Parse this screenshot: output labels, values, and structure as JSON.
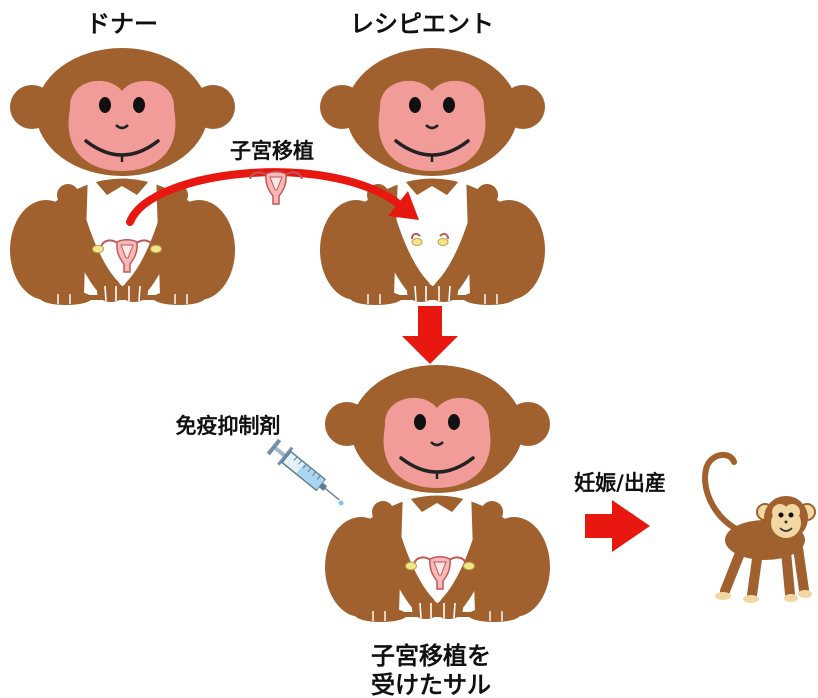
{
  "labels": {
    "donor": "ドナー",
    "recipient": "レシピエント",
    "transplant": "子宮移植",
    "immunosuppressant": "免疫抑制剤",
    "pregnancy_birth": "妊娠/出産",
    "result_line1": "子宮移植を",
    "result_line2": "受けたサル"
  },
  "icons": {
    "monkey": "monkey-icon",
    "uterus": "uterus-icon",
    "ovaries": "ovary-icon",
    "syringe": "syringe-icon",
    "baby_monkey": "baby-monkey-icon",
    "arrow": "arrow-icon"
  },
  "colors": {
    "monkey_brown": "#a0612e",
    "face_pink": "#f29c9a",
    "arrow_red": "#e8170f",
    "belly_white": "#ffffff",
    "baby_face_tan": "#f2d7a2"
  }
}
